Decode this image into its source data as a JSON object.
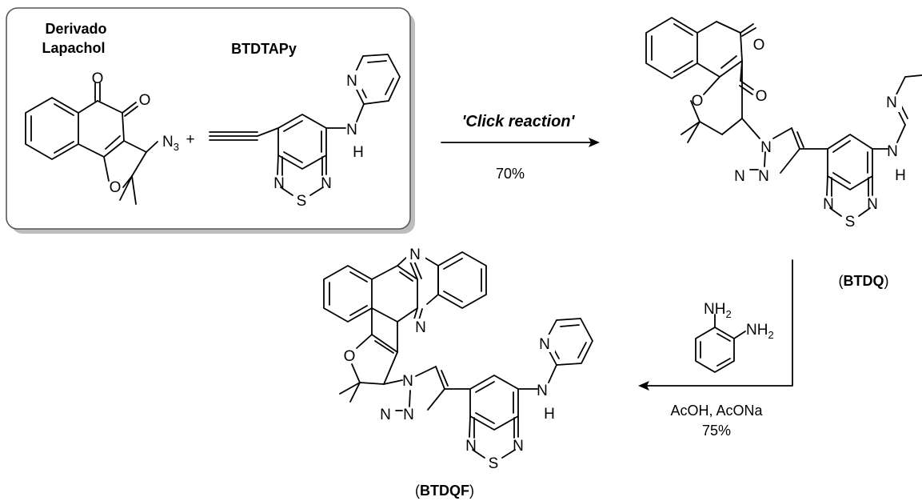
{
  "box": {
    "reactant1_name_line1": "Derivado",
    "reactant1_name_line2": "Lapachol",
    "reactant2_name": "BTDTAPy",
    "plus": "+"
  },
  "step1": {
    "label": "'Click reaction'",
    "yield": "70%"
  },
  "product1": {
    "name": "BTDQ"
  },
  "step2": {
    "reagent_amine_1": "NH2",
    "reagent_amine_2": "NH2",
    "conditions": "AcOH, AcONa",
    "yield": "75%"
  },
  "product2": {
    "name": "BTDQF"
  },
  "atoms": {
    "O": "O",
    "N": "N",
    "S": "S",
    "H": "H",
    "N3": "N",
    "sub3": "3",
    "sub2": "2"
  },
  "colors": {
    "ink": "#000000",
    "box_border": "#555555",
    "box_shadow": "#bdbdbd"
  }
}
